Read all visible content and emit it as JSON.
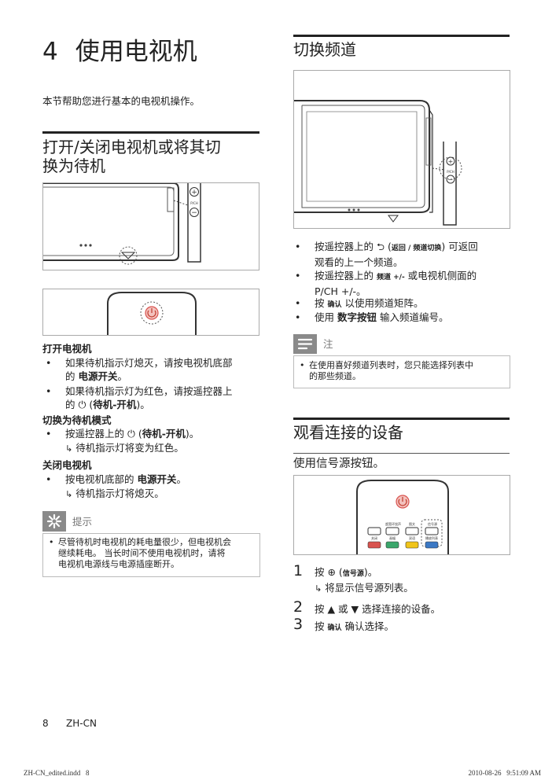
{
  "chapter": {
    "number": "4",
    "title": "使用电视机",
    "intro": "本节帮助您进行基本的电视机操作。"
  },
  "left": {
    "section_title_line1": "打开/关闭电视机或将其切",
    "section_title_line2": "换为待机",
    "panel_labels": {
      "plus": "+",
      "minus": "−",
      "pch": "P/CH"
    },
    "on_heading": "打开电视机",
    "on_b1_line1": "如果待机指示灯熄灭，请按电视机底部",
    "on_b1_line2_pre": "的 ",
    "on_b1_line2_bold": "电源开关",
    "on_b1_line2_post": "。",
    "on_b2_line1": "如果待机指示灯为红色，请按遥控器上",
    "on_b2_line2_pre": "的 ⏻ (",
    "on_b2_line2_bold": "待机-开机",
    "on_b2_line2_post": ")。",
    "standby_heading": "切换为待机模式",
    "standby_b1_pre": "按遥控器上的 ⏻ (",
    "standby_b1_bold": "待机-开机",
    "standby_b1_post": ")。",
    "standby_sub": "待机指示灯将变为红色。",
    "off_heading": "关闭电视机",
    "off_b1_pre": "按电视机底部的 ",
    "off_b1_bold": "电源开关",
    "off_b1_post": "。",
    "off_sub": "待机指示灯将熄灭。",
    "tip_label": "提示",
    "tip_line1": "尽管待机时电视机的耗电量很少，但电视机会",
    "tip_line2": "继续耗电。 当长时间不使用电视机时，请将",
    "tip_line3": "电视机电源线与电源插座断开。"
  },
  "right": {
    "section1_title": "切换频道",
    "b1_pre": "按遥控器上的 ⮌ (",
    "b1_small": "返回 / 频道切换",
    "b1_post": ") 可返回",
    "b1_line2": "观看的上一个频道。",
    "b2_pre": "按遥控器上的 ",
    "b2_small": "频道 +/-",
    "b2_post": " 或电视机侧面的",
    "b2_line2": "P/CH +/-。",
    "b3_pre": "按 ",
    "b3_small": "确认",
    "b3_post": " 以使用频道矩阵。",
    "b4_pre": "使用 ",
    "b4_bold": "数字按钮",
    "b4_post": " 输入频道编号。",
    "note_label": "注",
    "note_line1": "在使用喜好频道列表时，您只能选择列表中",
    "note_line2": "的那些频道。",
    "section2_title": "观看连接的设备",
    "sub_title": "使用信号源按钮。",
    "remote_labels": {
      "surround": "超宽环绕声",
      "teletext": "图文",
      "source": "信号源",
      "cc": "关闭",
      "format": "画幅",
      "dual": "双语",
      "subtitle": "收藏",
      "power_list": "播放列表"
    },
    "step1_num": "1",
    "step1_pre": "按 ⊕ (",
    "step1_small": "信号源",
    "step1_post": ")。",
    "step1_sub": "将显示信号源列表。",
    "step2_num": "2",
    "step2_text": "按 ▲ 或 ▼ 选择连接的设备。",
    "step3_num": "3",
    "step3_pre": "按 ",
    "step3_small": "确认",
    "step3_post": " 确认选择。"
  },
  "footer": {
    "page_number": "8",
    "lang": "ZH-CN",
    "file": "ZH-CN_edited.indd   8",
    "timestamp": "2010-08-26   9:51:09 AM"
  }
}
